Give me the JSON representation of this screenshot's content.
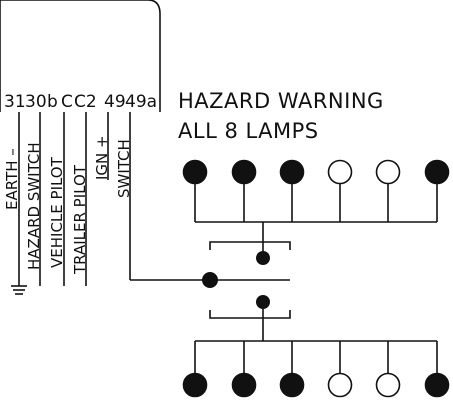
{
  "title_lines": [
    "HAZARD WARNING",
    "ALL 8 LAMPS"
  ],
  "pins": [
    "31",
    "30",
    "b",
    "C",
    "C2",
    "49",
    "49a"
  ],
  "wire_labels": [
    "EARTH –",
    "HAZARD SWITCH",
    "VEHICLE PILOT",
    "TRAILER PILOT",
    "IGN +",
    "SWITCH"
  ],
  "lamps_top": [
    "filled",
    "filled",
    "filled",
    "open",
    "open",
    "filled"
  ],
  "lamps_bottom": [
    "filled",
    "filled",
    "filled",
    "open",
    "open",
    "filled"
  ],
  "colors": {
    "ink": "#111111",
    "background": "#ffffff"
  }
}
